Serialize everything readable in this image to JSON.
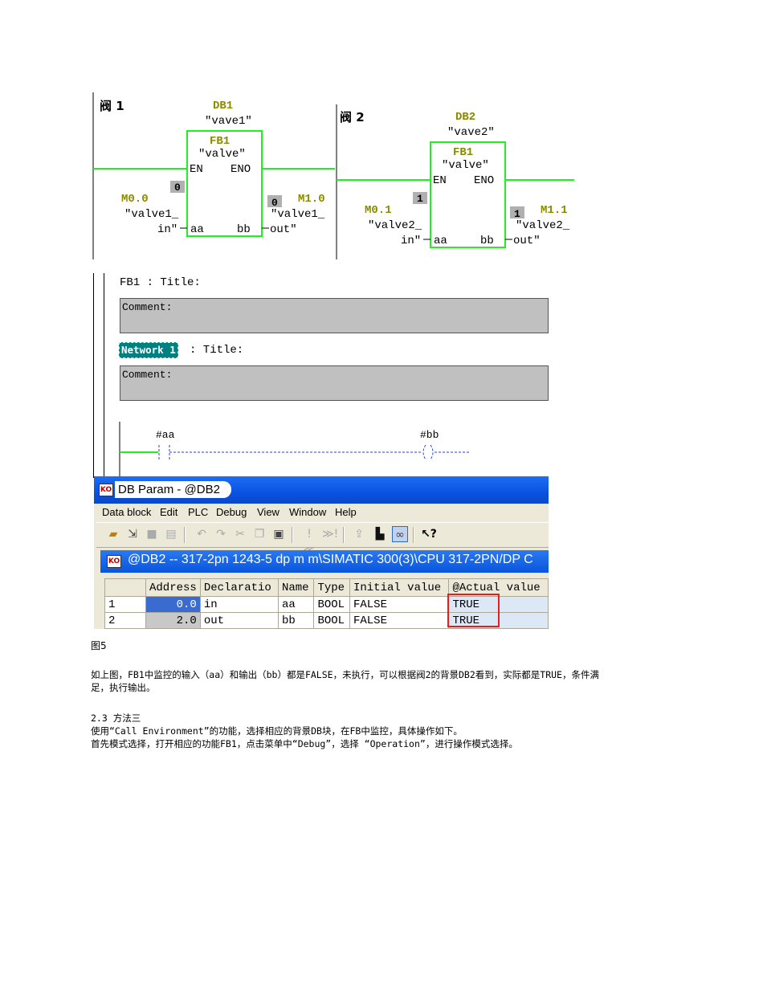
{
  "ladder": {
    "net1": {
      "title": "阀 1",
      "db": "DB1",
      "db_name": "\"vave1\"",
      "fb": "FB1",
      "fb_name": "\"valve\"",
      "en": "EN",
      "eno": "ENO",
      "in_pin": "aa",
      "out_pin": "bb",
      "in_value": "0",
      "out_value": "0",
      "in_addr": "M0.0",
      "in_sym_1": "\"valve1_",
      "in_sym_2": "in\"",
      "out_addr": "M1.0",
      "out_sym_1": "\"valve1_",
      "out_sym_2": "out\""
    },
    "net2": {
      "title": "阀 2",
      "db": "DB2",
      "db_name": "\"vave2\"",
      "fb": "FB1",
      "fb_name": "\"valve\"",
      "en": "EN",
      "eno": "ENO",
      "in_pin": "aa",
      "out_pin": "bb",
      "in_value": "1",
      "out_value": "1",
      "in_addr": "M0.1",
      "in_sym_1": "\"valve2_",
      "in_sym_2": "in\"",
      "out_addr": "M1.1",
      "out_sym_1": "\"valve2_",
      "out_sym_2": "out\""
    },
    "colors": {
      "box": "#22ee22",
      "wire": "#22ee22",
      "label": "#8a8a00",
      "status_bg": "#b0b0b0"
    }
  },
  "editor": {
    "block_title": "FB1 : Title:",
    "comment1": "Comment:",
    "network_label": "Network 1",
    "network_title": ": Title:",
    "comment2": "Comment:",
    "contact_aa": "#aa",
    "coil_bb": "#bb"
  },
  "dbparam": {
    "window_title": "DB Param - @DB2",
    "menu": [
      "Data block",
      "Edit",
      "PLC",
      "Debug",
      "View",
      "Window",
      "Help"
    ],
    "toolbar_icons": [
      "open-icon",
      "download-icon",
      "save-icon",
      "print-icon",
      "undo-icon",
      "redo-icon",
      "cut-icon",
      "copy-icon",
      "paste-icon",
      "prev-icon",
      "next-icon",
      "upload-icon",
      "monitor-icon",
      "glasses-icon",
      "help-icon"
    ],
    "child_title": "@DB2 -- 317-2pn  1243-5 dp m m\\SIMATIC 300(3)\\CPU 317-2PN/DP  C",
    "columns": [
      "",
      "Address",
      "Declaratio",
      "Name",
      "Type",
      "Initial value",
      "@Actual value"
    ],
    "rows": [
      {
        "n": "1",
        "address": "0.0",
        "decl": "in",
        "name": "aa",
        "type": "BOOL",
        "initial": "FALSE",
        "actual": "TRUE"
      },
      {
        "n": "2",
        "address": "2.0",
        "decl": "out",
        "name": "bb",
        "type": "BOOL",
        "initial": "FALSE",
        "actual": "TRUE"
      }
    ],
    "highlight_color": "#e02020"
  },
  "caption": "图5",
  "paragraphs": {
    "p1_line1": "如上图，FB1中监控的输入（aa）和输出（bb）都是FALSE，未执行，可以根据阀2的背景DB2看到，实际都是TRUE，条件满",
    "p1_line2": "足，执行输出。",
    "heading": "2.3 方法三",
    "p2": "使用“Call Environment”的功能，选择相应的背景DB块，在FB中监控，具体操作如下。",
    "p3": "首先模式选择，打开相应的功能FB1，点击菜单中“Debug”，选择 “Operation”，进行操作模式选择。"
  }
}
